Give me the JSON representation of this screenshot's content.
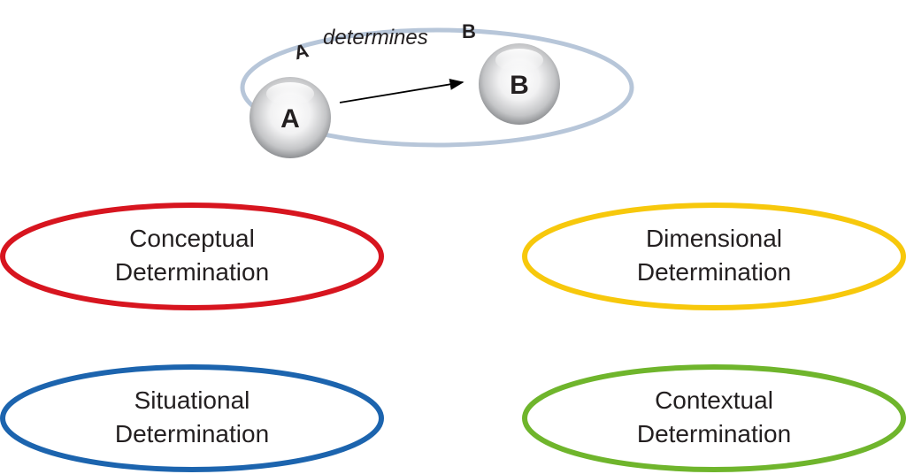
{
  "top_diagram": {
    "label_a": "A",
    "label_verb": "determines",
    "label_b": "B",
    "sphere_a": "A",
    "sphere_b": "B",
    "orbit_color": "#b7c6d9"
  },
  "ovals": [
    {
      "line1": "Conceptual",
      "line2": "Determination",
      "color": "#d7151f"
    },
    {
      "line1": "Dimensional",
      "line2": "Determination",
      "color": "#f7c80c"
    },
    {
      "line1": "Situational",
      "line2": "Determination",
      "color": "#1c64ae"
    },
    {
      "line1": "Contextual",
      "line2": "Determination",
      "color": "#6fb52c"
    }
  ]
}
